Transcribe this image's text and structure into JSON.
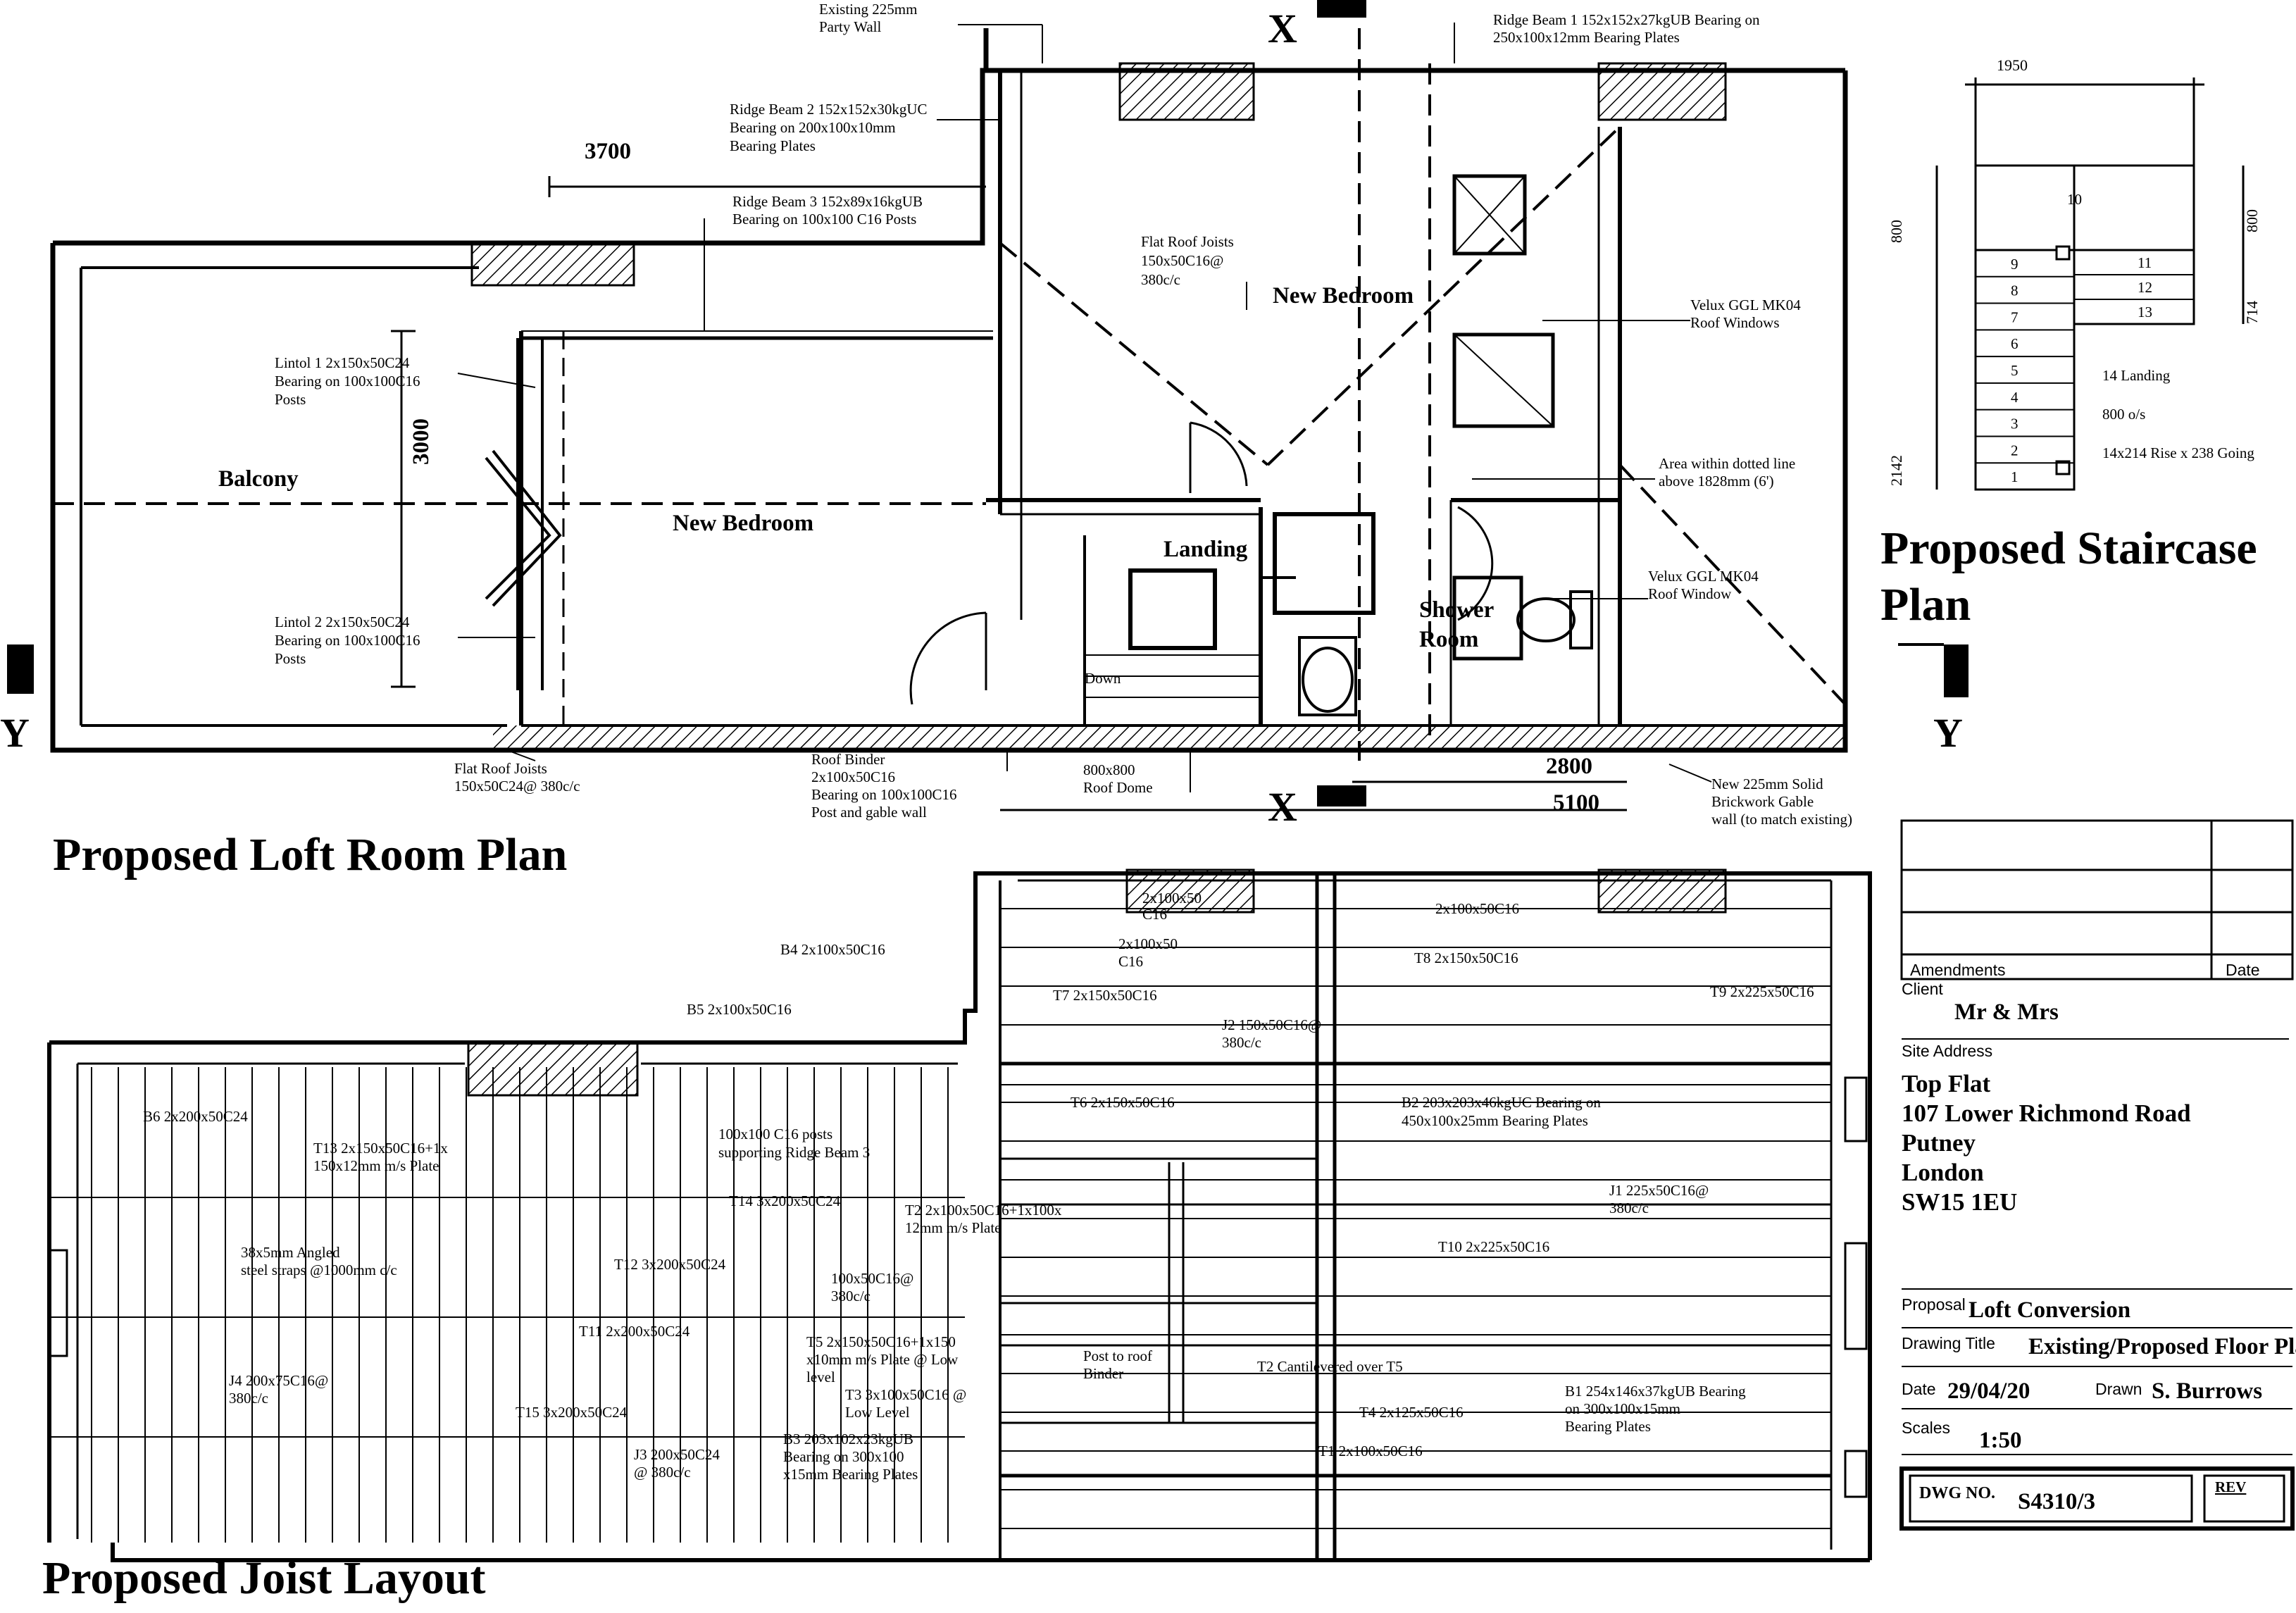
{
  "loft_plan": {
    "title": "Proposed Loft Room Plan",
    "rooms": {
      "balcony": "Balcony",
      "new_bedroom_left": "New Bedroom",
      "new_bedroom_right": "New Bedroom",
      "landing": "Landing",
      "shower_room_1": "Shower",
      "shower_room_2": "Room",
      "down": "Down"
    },
    "labels": {
      "party_wall_1": "Existing 225mm",
      "party_wall_2": "Party Wall",
      "ridge1_1": "Ridge Beam 1 152x152x27kgUB Bearing on",
      "ridge1_2": "250x100x12mm Bearing Plates",
      "ridge2_1": "Ridge Beam 2 152x152x30kgUC",
      "ridge2_2": "Bearing on 200x100x10mm",
      "ridge2_3": "Bearing Plates",
      "ridge3_1": "Ridge Beam 3 152x89x16kgUB",
      "ridge3_2": "Bearing on 100x100 C16 Posts",
      "flatjoists_r_1": "Flat Roof Joists",
      "flatjoists_r_2": "150x50C16@",
      "flatjoists_r_3": "380c/c",
      "velux_a_1": "Velux GGL MK04",
      "velux_a_2": "Roof Windows",
      "dotted_1": "Area within dotted line",
      "dotted_2": "above 1828mm (6')",
      "velux_b_1": "Velux GGL MK04",
      "velux_b_2": "Roof Window",
      "lintol1_1": "Lintol 1 2x150x50C24",
      "lintol1_2": "Bearing on 100x100C16",
      "lintol1_3": "Posts",
      "lintol2_1": "Lintol 2 2x150x50C24",
      "lintol2_2": "Bearing on 100x100C16",
      "lintol2_3": "Posts",
      "flatjoists_l_1": "Flat Roof Joists",
      "flatjoists_l_2": "150x50C24@ 380c/c",
      "binder_1": "Roof Binder",
      "binder_2": "2x100x50C16",
      "binder_3": "Bearing on 100x100C16",
      "binder_4": "Post and gable wall",
      "dome_1": "800x800",
      "dome_2": "Roof Dome",
      "gable_1": "New 225mm Solid",
      "gable_2": "Brickwork Gable",
      "gable_3": "wall (to match existing)"
    },
    "dims": {
      "d3700": "3700",
      "d3000": "3000",
      "d2800": "2800",
      "d5100": "5100"
    },
    "section_marks": {
      "x": "X",
      "y": "Y"
    }
  },
  "staircase": {
    "title_1": "Proposed Staircase",
    "title_2": "Plan",
    "dims": {
      "w1950": "1950",
      "h800a": "800",
      "h800b": "800",
      "h714": "714",
      "h2142": "2142"
    },
    "treads": [
      "1",
      "2",
      "3",
      "4",
      "5",
      "6",
      "7",
      "8",
      "9",
      "10",
      "11",
      "12",
      "13"
    ],
    "notes": {
      "landing": "14 Landing",
      "os": "800 o/s",
      "rise": "14x214 Rise x 238 Going"
    }
  },
  "joist_layout": {
    "title": "Proposed Joist Layout",
    "labels": {
      "a_c16_1": "2x100x50",
      "a_c16_2": "C16",
      "b_c16_1": "2x100x50",
      "b_c16_2": "C16",
      "c_top": "2x100x50C16",
      "b4": "B4 2x100x50C16",
      "t7": "T7 2x150x50C16",
      "t8": "T8 2x150x50C16",
      "t9": "T9 2x225x50C16",
      "b5": "B5 2x100x50C16",
      "j2_1": "J2 150x50C16@",
      "j2_2": "380c/c",
      "b6": "B6 2x200x50C24",
      "t6": "T6 2x150x50C16",
      "b2_1": "B2 203x203x46kgUC Bearing on",
      "b2_2": "450x100x25mm Bearing Plates",
      "t13_1": "T13 2x150x50C16+1x",
      "t13_2": "150x12mm m/s Plate",
      "posts_1": "100x100 C16 posts",
      "posts_2": "supporting Ridge Beam 3",
      "t14": "T14 3x200x50C24",
      "t2_1": "T2 2x100x50C16+1x100x",
      "t2_2": "12mm m/s Plate",
      "j1_1": "J1 225x50C16@",
      "j1_2": "380c/c",
      "straps_1": "38x5mm Angled",
      "straps_2": "steel straps @1000mm c/c",
      "t12": "T12 3x200x50C24",
      "t10": "T10 2x225x50C16",
      "m100_1": "100x50C16@",
      "m100_2": "380c/c",
      "t11": "T11 2x200x50C24",
      "t5_1": "T5 2x150x50C16+1x150",
      "t5_2": "x10mm m/s Plate @ Low",
      "t5_3": "level",
      "post_binder_1": "Post to roof",
      "post_binder_2": "Binder",
      "t2c": "T2 Cantilevered over T5",
      "j4_1": "J4 200x75C16@",
      "j4_2": "380c/c",
      "t3_1": "T3 3x100x50C16 @",
      "t3_2": "Low Level",
      "t15": "T15 3x200x50C24",
      "t4": "T4 2x125x50C16",
      "b1_1": "B1 254x146x37kgUB Bearing",
      "b1_2": "on 300x100x15mm",
      "b1_3": "Bearing Plates",
      "b3_1": "B3 203x102x23kgUB",
      "b3_2": "Bearing on 300x100",
      "b3_3": "x15mm Bearing Plates",
      "j3_1": "J3 200x50C24",
      "j3_2": "@ 380c/c",
      "t1": "T1 2x100x50C16"
    }
  },
  "title_block": {
    "amendments": "Amendments",
    "date_col": "Date",
    "client_label": "Client",
    "client": "Mr & Mrs",
    "site_label": "Site Address",
    "site": [
      "Top Flat",
      "107 Lower Richmond Road",
      "Putney",
      "London",
      "SW15 1EU"
    ],
    "proposal_label": "Proposal",
    "proposal": "Loft Conversion",
    "drawing_title_label": "Drawing Title",
    "drawing_title": "Existing/Proposed Floor Plans",
    "date_label": "Date",
    "date": "29/04/20",
    "drawn_label": "Drawn",
    "drawn": "S. Burrows",
    "scales_label": "Scales",
    "scale": "1:50",
    "dwg_label": "DWG NO.",
    "dwg_no": "S4310/3",
    "rev_label": "REV"
  }
}
